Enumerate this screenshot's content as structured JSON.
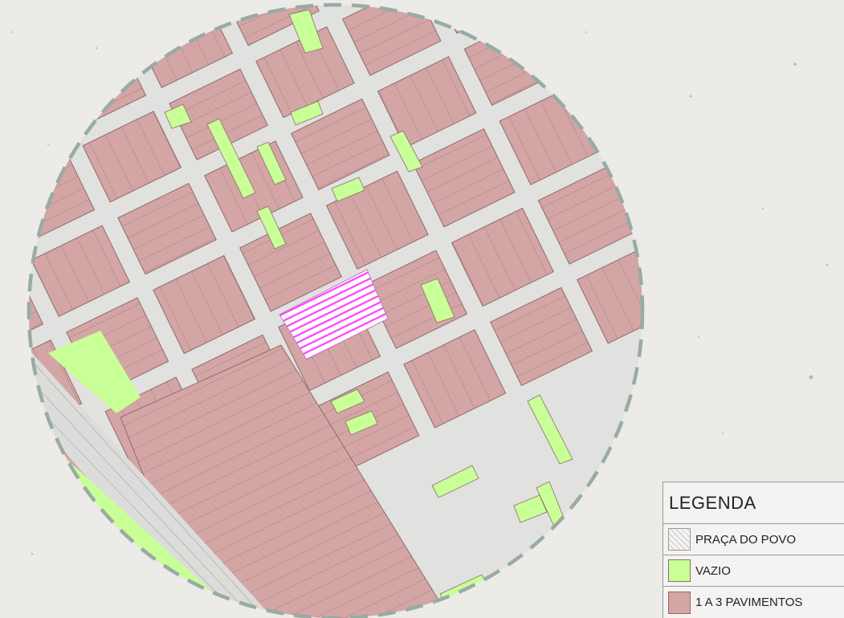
{
  "map": {
    "colors": {
      "paper": "#ecebe8",
      "street": "#e1e1df",
      "building": "#d4a5a5",
      "building_line": "#8c6b6b",
      "vacant": "#c8ff96",
      "plaza": "#ff40ff",
      "circle": "#98aba4"
    }
  },
  "legend": {
    "title": "LEGENDA",
    "items": [
      {
        "label": "PRAÇA DO POVO",
        "swatch": "hatch"
      },
      {
        "label": "VAZIO",
        "swatch": "#c8ff96"
      },
      {
        "label": "1 A 3 PAVIMENTOS",
        "swatch": "#d4a5a5"
      }
    ]
  }
}
